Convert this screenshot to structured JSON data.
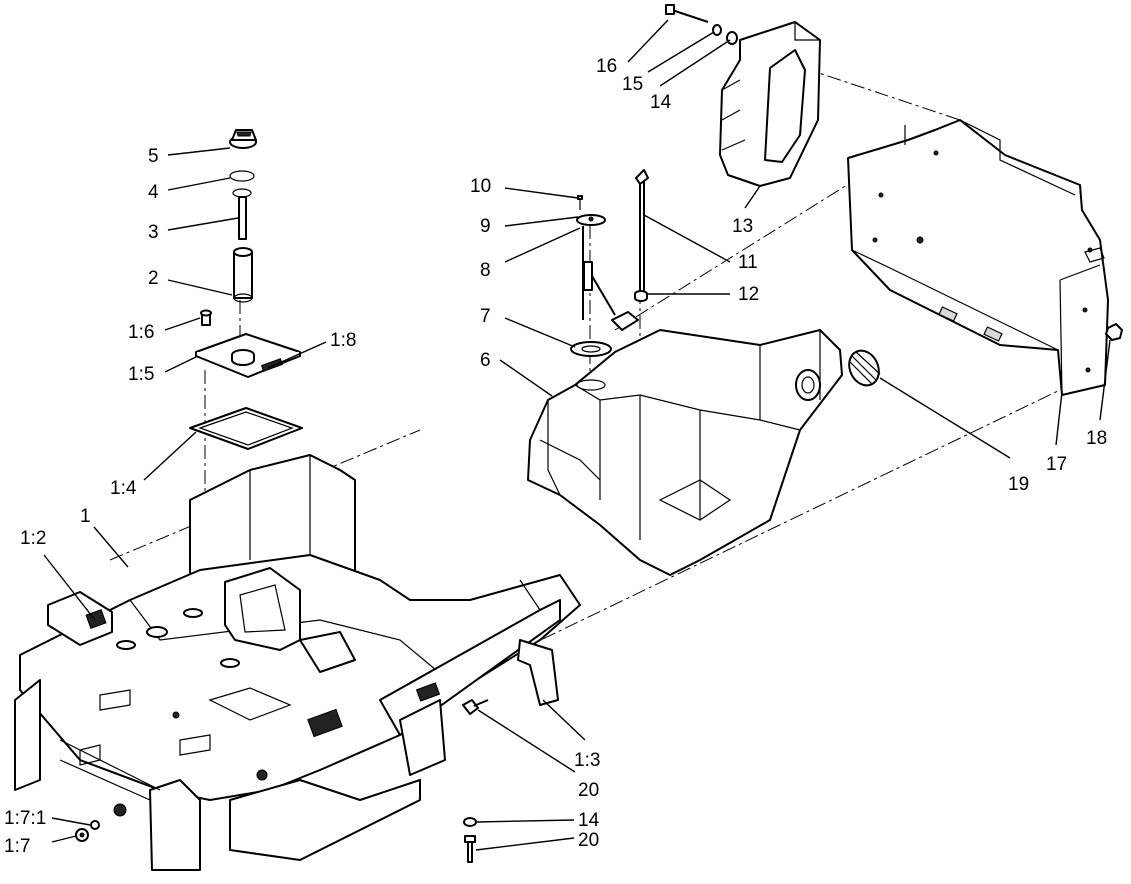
{
  "callouts": {
    "c5": "5",
    "c4": "4",
    "c3": "3",
    "c2": "2",
    "c1_6": "1:6",
    "c1_5": "1:5",
    "c1_8": "1:8",
    "c1_4": "1:4",
    "c1": "1",
    "c1_2": "1:2",
    "c16": "16",
    "c15": "15",
    "c14_top": "14",
    "c10": "10",
    "c9": "9",
    "c8": "8",
    "c11": "11",
    "c12": "12",
    "c13": "13",
    "c7": "7",
    "c6": "6",
    "c19": "19",
    "c17": "17",
    "c18": "18",
    "c1_3": "1:3",
    "c20_mid": "20",
    "c14_bot": "14",
    "c20_bot": "20",
    "c1_7_1": "1:7:1",
    "c1_7": "1:7"
  },
  "colors": {
    "line": "#000000",
    "background": "#ffffff"
  }
}
